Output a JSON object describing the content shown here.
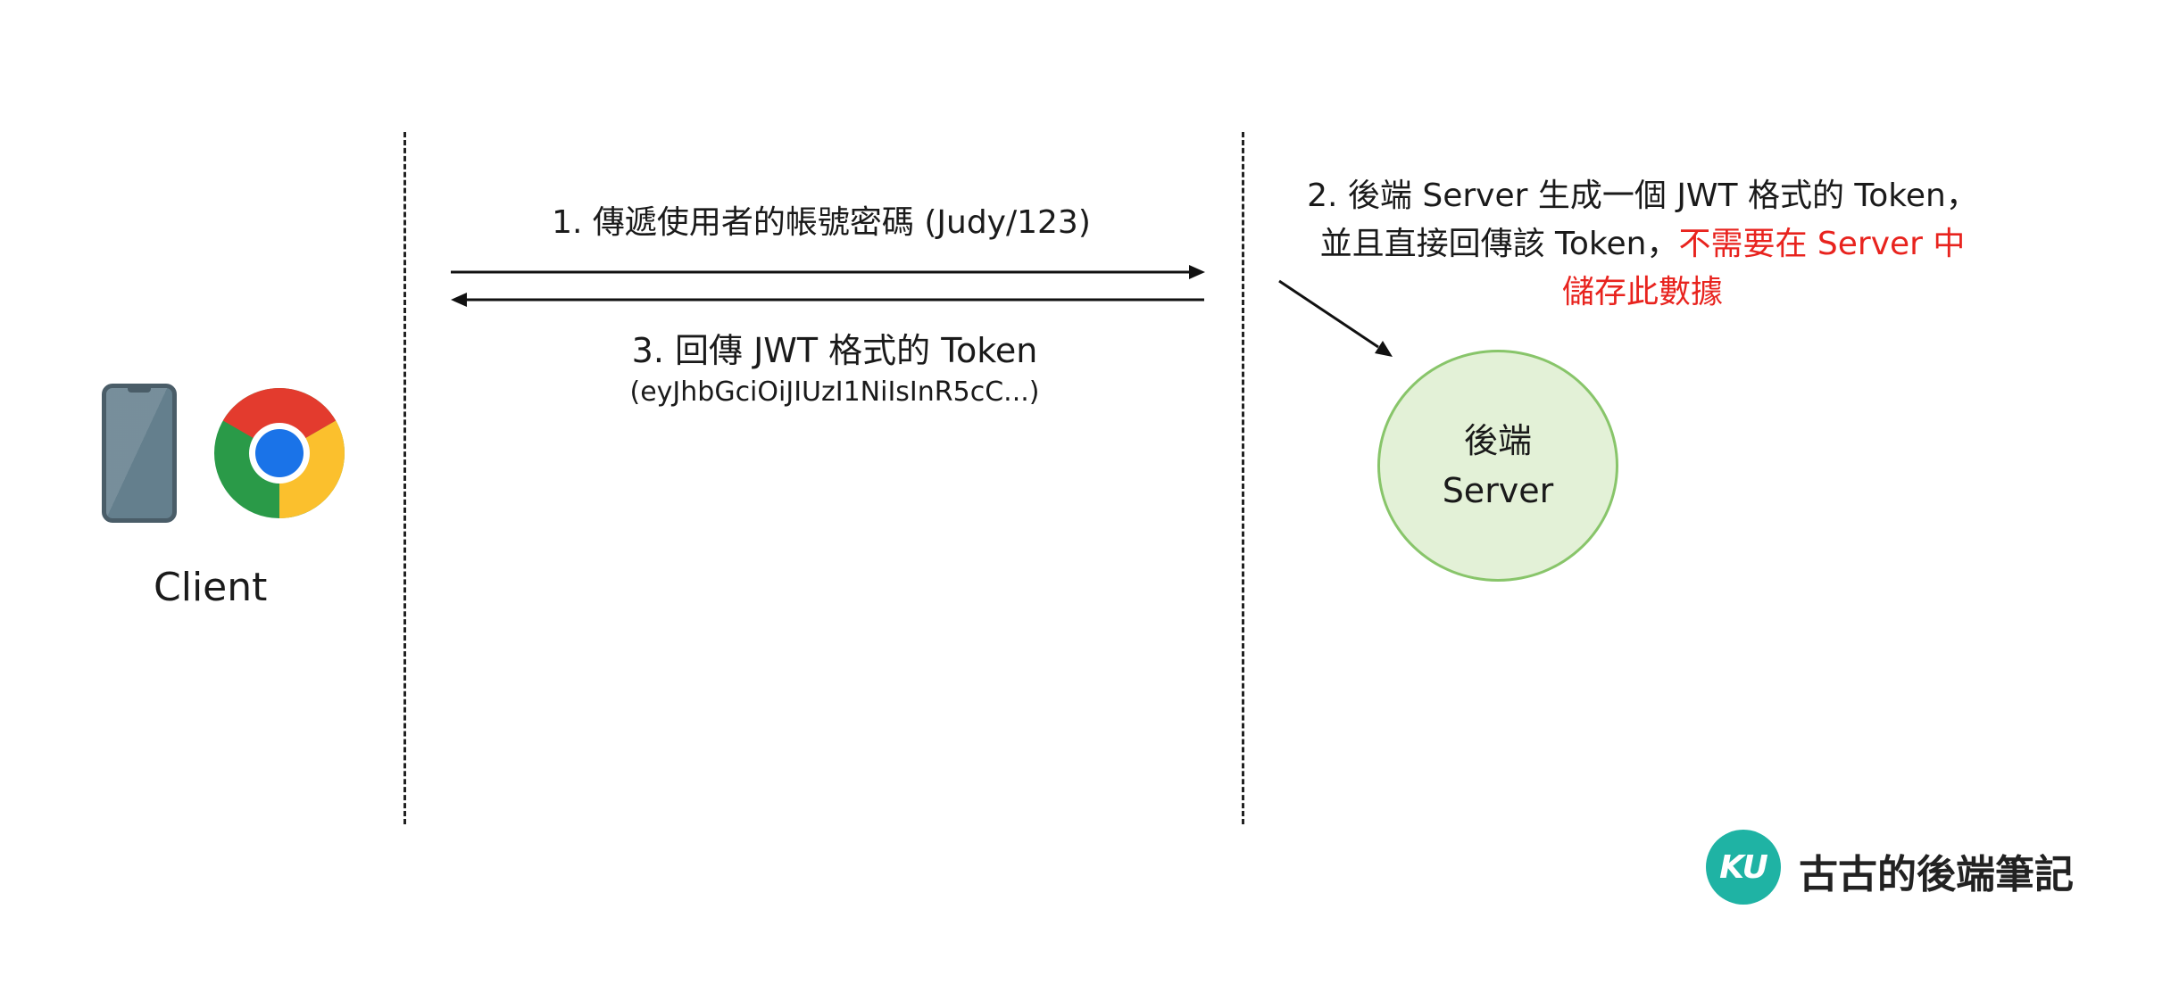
{
  "client": {
    "label": "Client"
  },
  "step1": {
    "label": "1.   傳遞使用者的帳號密碼 (Judy/123)"
  },
  "step3": {
    "label": "3. 回傳 JWT 格式的 Token",
    "token": "(eyJhbGciOiJIUzI1NiIsInR5cC...)"
  },
  "step2": {
    "line1": "2. 後端 Server 生成一個 JWT 格式的 Token，",
    "line2_black": "並且直接回傳該 Token，",
    "line2_red": "不需要在 Server 中",
    "line3_red": "儲存此數據"
  },
  "server": {
    "line1": "後端",
    "line2": "Server"
  },
  "brand": {
    "logo_text": "KU",
    "name": "古古的後端筆記"
  },
  "colors": {
    "highlight": "#e8231e",
    "server_fill": "#e3f1d7",
    "server_stroke": "#88c56a",
    "brand": "#1fb3a4"
  },
  "icons": [
    "smartphone-icon",
    "chrome-icon"
  ]
}
